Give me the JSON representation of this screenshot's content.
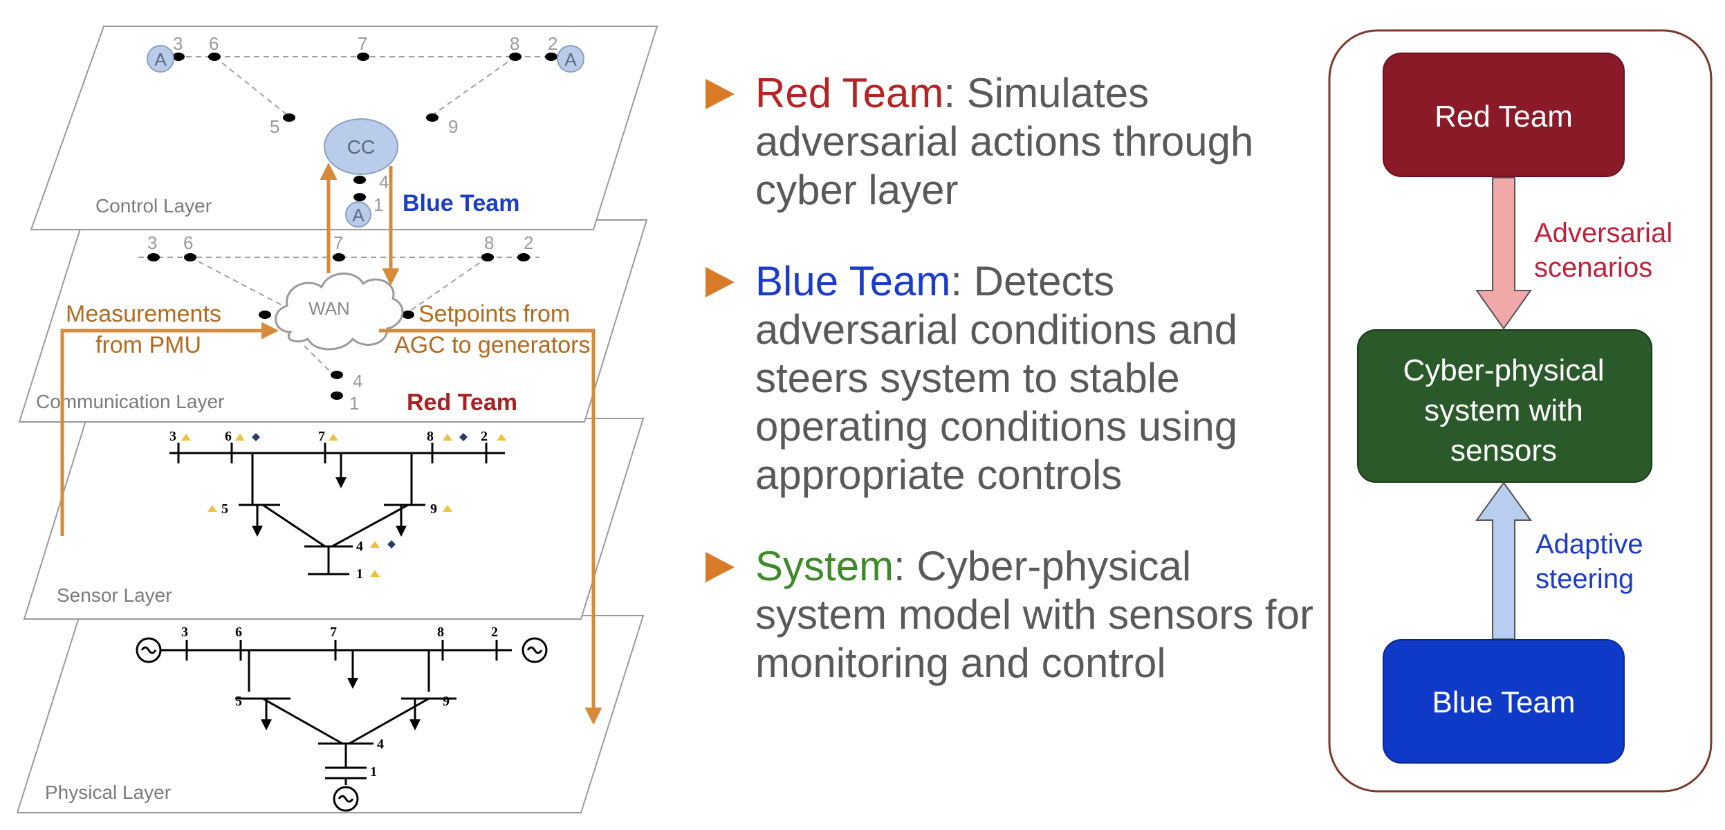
{
  "layers": {
    "control": "Control Layer",
    "communication": "Communication Layer",
    "sensor": "Sensor Layer",
    "physical": "Physical Layer"
  },
  "nodes": {
    "cc": "CC",
    "wan": "WAN",
    "agent": "A",
    "n1": "1",
    "n2": "2",
    "n3": "3",
    "n4": "4",
    "n5": "5",
    "n6": "6",
    "n7": "7",
    "n8": "8",
    "n9": "9"
  },
  "stack_labels": {
    "blue_team": "Blue Team",
    "red_team": "Red Team",
    "measurements_line1": "Measurements",
    "measurements_line2": "from PMU",
    "setpoints_line1": "Setpoints from",
    "setpoints_line2": "AGC to generators"
  },
  "bullets": [
    {
      "key": "Red Team",
      "text": ": Simulates adversarial actions through cyber layer"
    },
    {
      "key": "Blue Team",
      "text": ": Detects adversarial conditions and steers system to stable operating conditions using appropriate controls"
    },
    {
      "key": "System",
      "text": ": Cyber-physical system model with sensors  for monitoring and control"
    }
  ],
  "flow": {
    "red_box": "Red Team",
    "system_box_line1": "Cyber-physical",
    "system_box_line2": "system with",
    "system_box_line3": "sensors",
    "blue_box": "Blue Team",
    "adversarial_line1": "Adversarial",
    "adversarial_line2": "scenarios",
    "adaptive_line1": "Adaptive",
    "adaptive_line2": "steering"
  },
  "colors": {
    "red_team": "#8b1a29",
    "system": "#2a5a2a",
    "blue_team": "#0f3ac8",
    "orange_arrow": "#d68a3a",
    "bullet_triangle": "#d97a28",
    "node_fill": "#b9cdea"
  }
}
